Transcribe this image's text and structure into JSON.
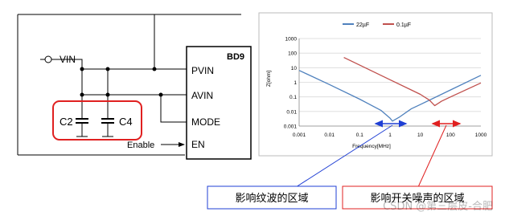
{
  "schematic": {
    "chip_name": "BD9",
    "pins": [
      "PVIN",
      "AVIN",
      "MODE",
      "EN"
    ],
    "vin_label": "VIN",
    "cap_labels": [
      "C2",
      "C4"
    ],
    "enable_label": "Enable"
  },
  "chart_data": {
    "type": "line",
    "x_scale": "log",
    "y_scale": "log",
    "xlabel": "Frequency[MHz]",
    "ylabel": "Z[ohm]",
    "xlim": [
      0.001,
      1000
    ],
    "ylim": [
      0.001,
      1000
    ],
    "x_ticks": [
      "0.001",
      "0.01",
      "0.1",
      "1",
      "10",
      "100",
      "1000"
    ],
    "y_ticks": [
      "1000",
      "100",
      "10",
      "1",
      "0.1",
      "0.01",
      "0.001"
    ],
    "legend_position": "top-center",
    "series": [
      {
        "name": "22µF",
        "color": "#4f81bd",
        "x": [
          0.001,
          0.01,
          0.1,
          0.5,
          1.0,
          1.2,
          2,
          5,
          10,
          100,
          1000
        ],
        "y": [
          6.5,
          0.7,
          0.07,
          0.012,
          0.0035,
          0.0022,
          0.004,
          0.015,
          0.03,
          0.3,
          3
        ]
      },
      {
        "name": "0.1µF",
        "color": "#c0504d",
        "x": [
          0.03,
          0.1,
          1,
          10,
          20,
          30,
          50,
          100,
          1000
        ],
        "y": [
          50,
          15,
          1.5,
          0.15,
          0.06,
          0.025,
          0.05,
          0.1,
          0.9
        ]
      }
    ]
  },
  "annotations": {
    "ripple_region": "影响纹波的区域",
    "switch_noise_region": "影响开关噪声的区域",
    "watermark": "CSDN @第三层皮-合肥"
  }
}
